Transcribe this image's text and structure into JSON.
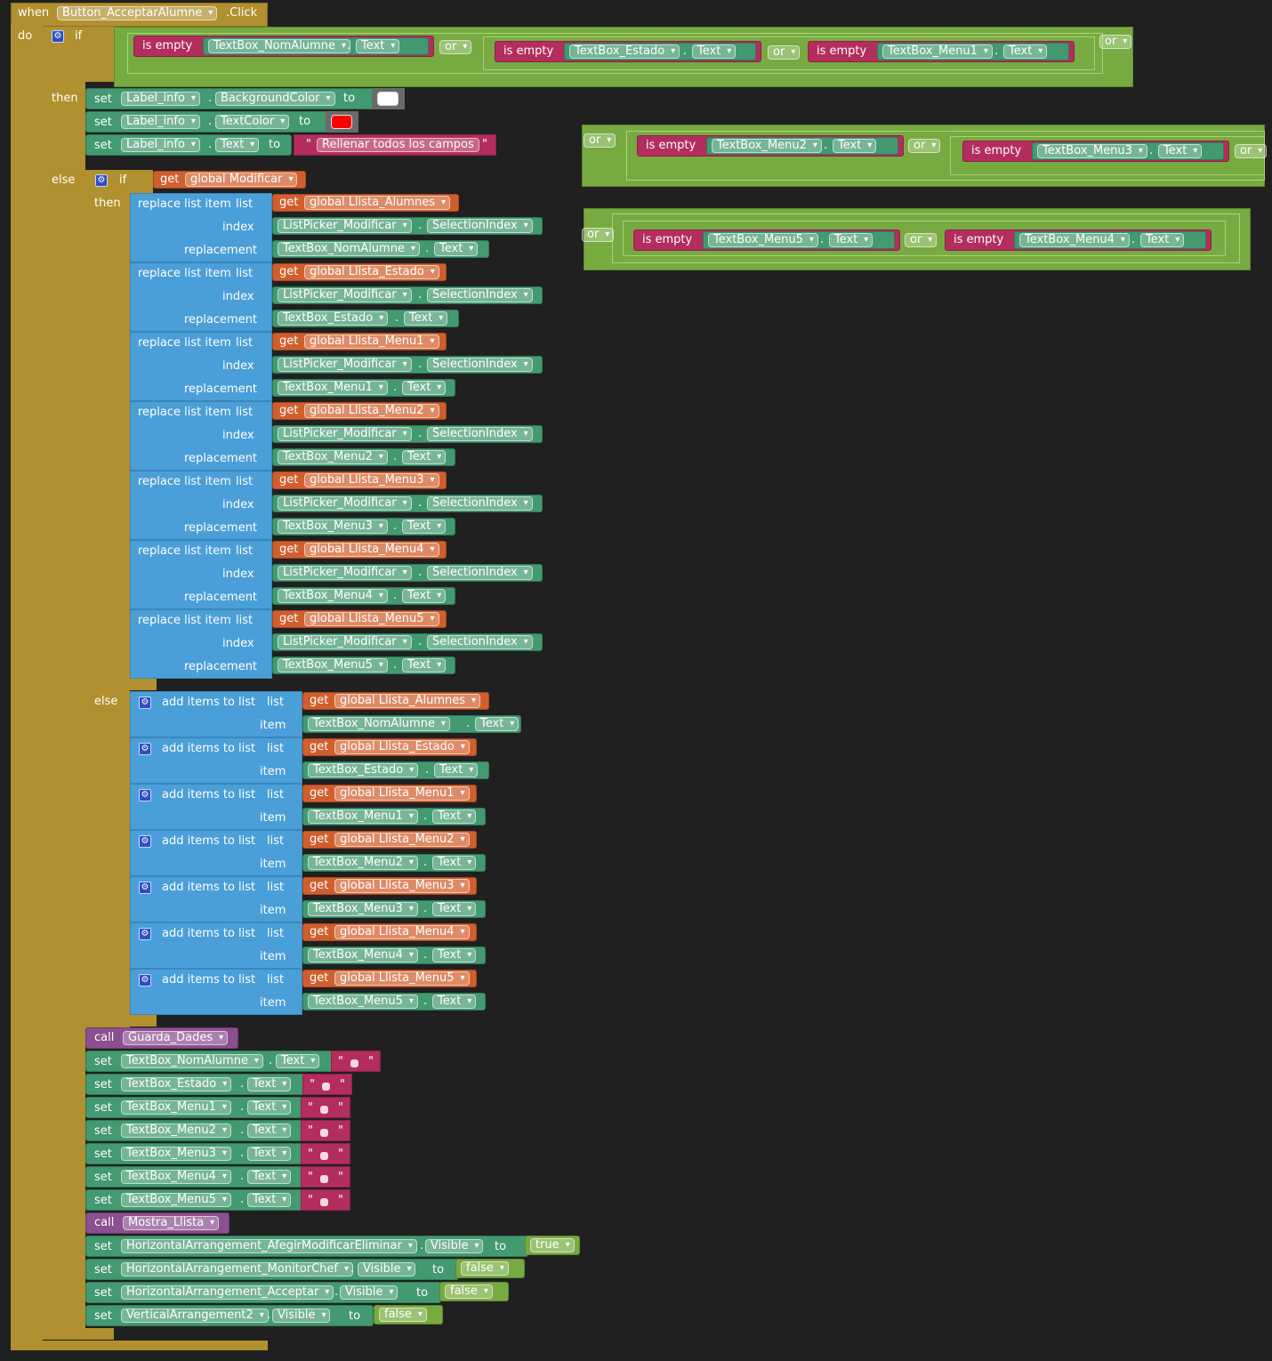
{
  "kw": {
    "when": "when",
    "do": "do",
    "if": "if",
    "then": "then",
    "else": "else",
    "set": "set",
    "to": "to",
    "get": "get",
    "or": "or",
    "is_empty": "is empty",
    "call": "call",
    "replace_list_item": "replace list item",
    "list": "list",
    "index": "index",
    "replacement": "replacement",
    "add_items_to_list": "add items to list",
    "item": "item",
    "click": ".Click",
    "dot": "."
  },
  "event": {
    "component": "Button_AcceptarAlumne"
  },
  "comp": {
    "nom": "TextBox_NomAlumne",
    "estado": "TextBox_Estado",
    "m1": "TextBox_Menu1",
    "m2": "TextBox_Menu2",
    "m3": "TextBox_Menu3",
    "m4": "TextBox_Menu4",
    "m5": "TextBox_Menu5",
    "label": "Label_info",
    "picker": "ListPicker_Modificar",
    "ha1": "HorizontalArrangement_AfegirModificarEliminar",
    "ha2": "HorizontalArrangement_MonitorChef",
    "ha3": "HorizontalArrangement_Acceptar",
    "va2": "VerticalArrangement2"
  },
  "prop": {
    "text": "Text",
    "bg": "BackgroundColor",
    "tc": "TextColor",
    "sel": "SelectionIndex",
    "visible": "Visible"
  },
  "vars": {
    "modificar": "global Modificar",
    "alumnes": "global Llista_Alumnes",
    "estado": "global Llista_Estado",
    "m1": "global Llista_Menu1",
    "m2": "global Llista_Menu2",
    "m3": "global Llista_Menu3",
    "m4": "global Llista_Menu4",
    "m5": "global Llista_Menu5"
  },
  "values": {
    "message": "Rellenar todos los campos",
    "quote": "\"",
    "true": "true",
    "false": "false"
  },
  "procs": {
    "guarda": "Guarda_Dades",
    "mostra": "Mostra_Llista"
  },
  "colors": {
    "control": "#b1902f",
    "logic": "#77ab41",
    "component": "#439970",
    "text": "#b32d5e",
    "variable": "#d05f2d",
    "list": "#4a9fd8",
    "procedure": "#8c4f8f",
    "background_white": "#ffffff",
    "text_red": "#ff0000"
  }
}
